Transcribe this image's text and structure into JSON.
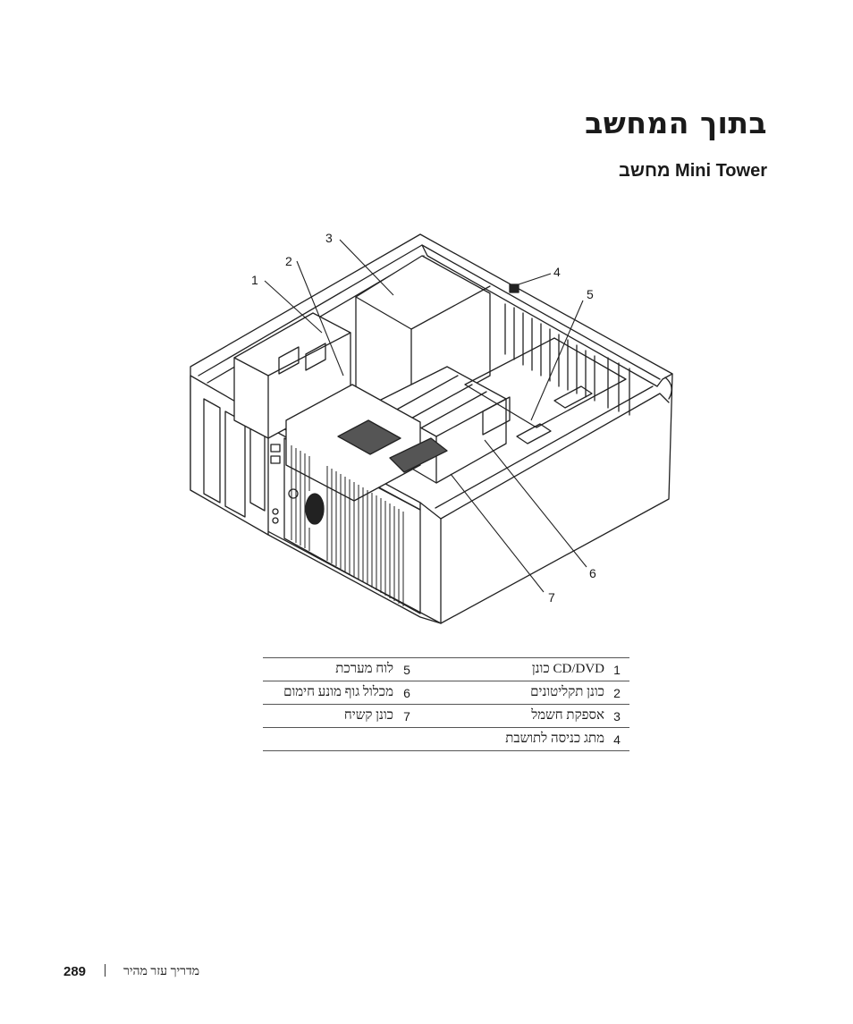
{
  "header": {
    "title": "בתוך המחשב",
    "section_title": "Mini Tower מחשב"
  },
  "figure": {
    "callouts": [
      "1",
      "2",
      "3",
      "4",
      "5",
      "6",
      "7"
    ]
  },
  "legend": {
    "rows": [
      {
        "num_a": "1",
        "label_a": "CD/DVD כונן",
        "num_b": "5",
        "label_b": "לוח מערכת"
      },
      {
        "num_a": "2",
        "label_a": "כונן תקליטונים",
        "num_b": "6",
        "label_b": "מכלול גוף מונע חימום"
      },
      {
        "num_a": "3",
        "label_a": "אספקת חשמל",
        "num_b": "7",
        "label_b": "כונן קשיח"
      },
      {
        "num_a": "4",
        "label_a": "מתג כניסה לתושבת",
        "num_b": "",
        "label_b": ""
      }
    ]
  },
  "footer": {
    "page_number": "289",
    "guide_name": "מדריך עזר מהיר"
  }
}
